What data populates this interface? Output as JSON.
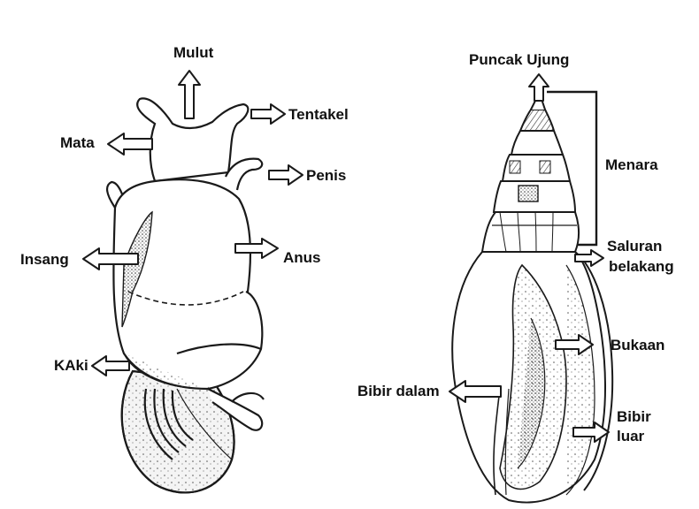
{
  "left_figure": {
    "labels": {
      "mulut": "Mulut",
      "tentakel": "Tentakel",
      "mata": "Mata",
      "penis": "Penis",
      "insang": "Insang",
      "anus": "Anus",
      "kaki": "KAki"
    }
  },
  "right_figure": {
    "labels": {
      "puncak_ujung": "Puncak Ujung",
      "menara": "Menara",
      "saluran_belakang_1": "Saluran",
      "saluran_belakang_2": "belakang",
      "bukaan": "Bukaan",
      "bibir_dalam": "Bibir dalam",
      "bibir_luar_1": "Bibir",
      "bibir_luar_2": "luar"
    }
  },
  "colors": {
    "ink": "#1a1a1a",
    "shade": "#d9d9d9",
    "background": "#ffffff"
  }
}
